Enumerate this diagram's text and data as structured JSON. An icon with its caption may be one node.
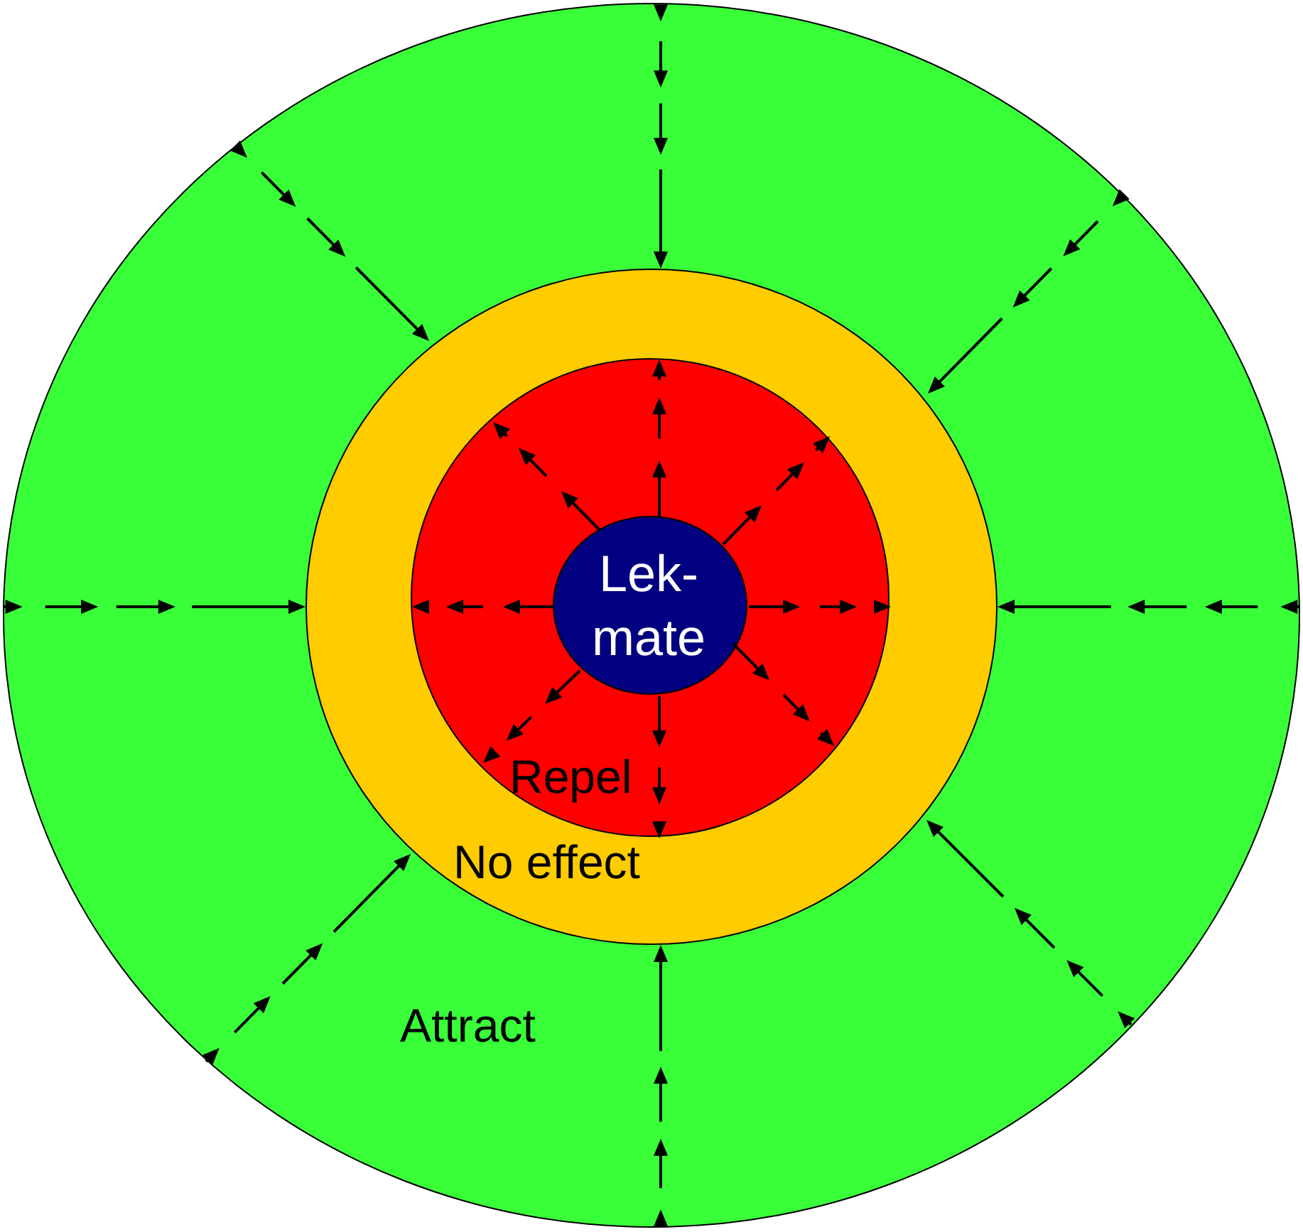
{
  "diagram": {
    "nodes": [
      {
        "text": [
          "Attract"
        ]
      },
      {
        "text": [
          "No effect"
        ],
        "in": 0
      },
      {
        "text": [
          "Repel"
        ],
        "in": 1
      },
      {
        "text": [
          "Lek- mate"
        ],
        "in": 2
      }
    ]
  }
}
